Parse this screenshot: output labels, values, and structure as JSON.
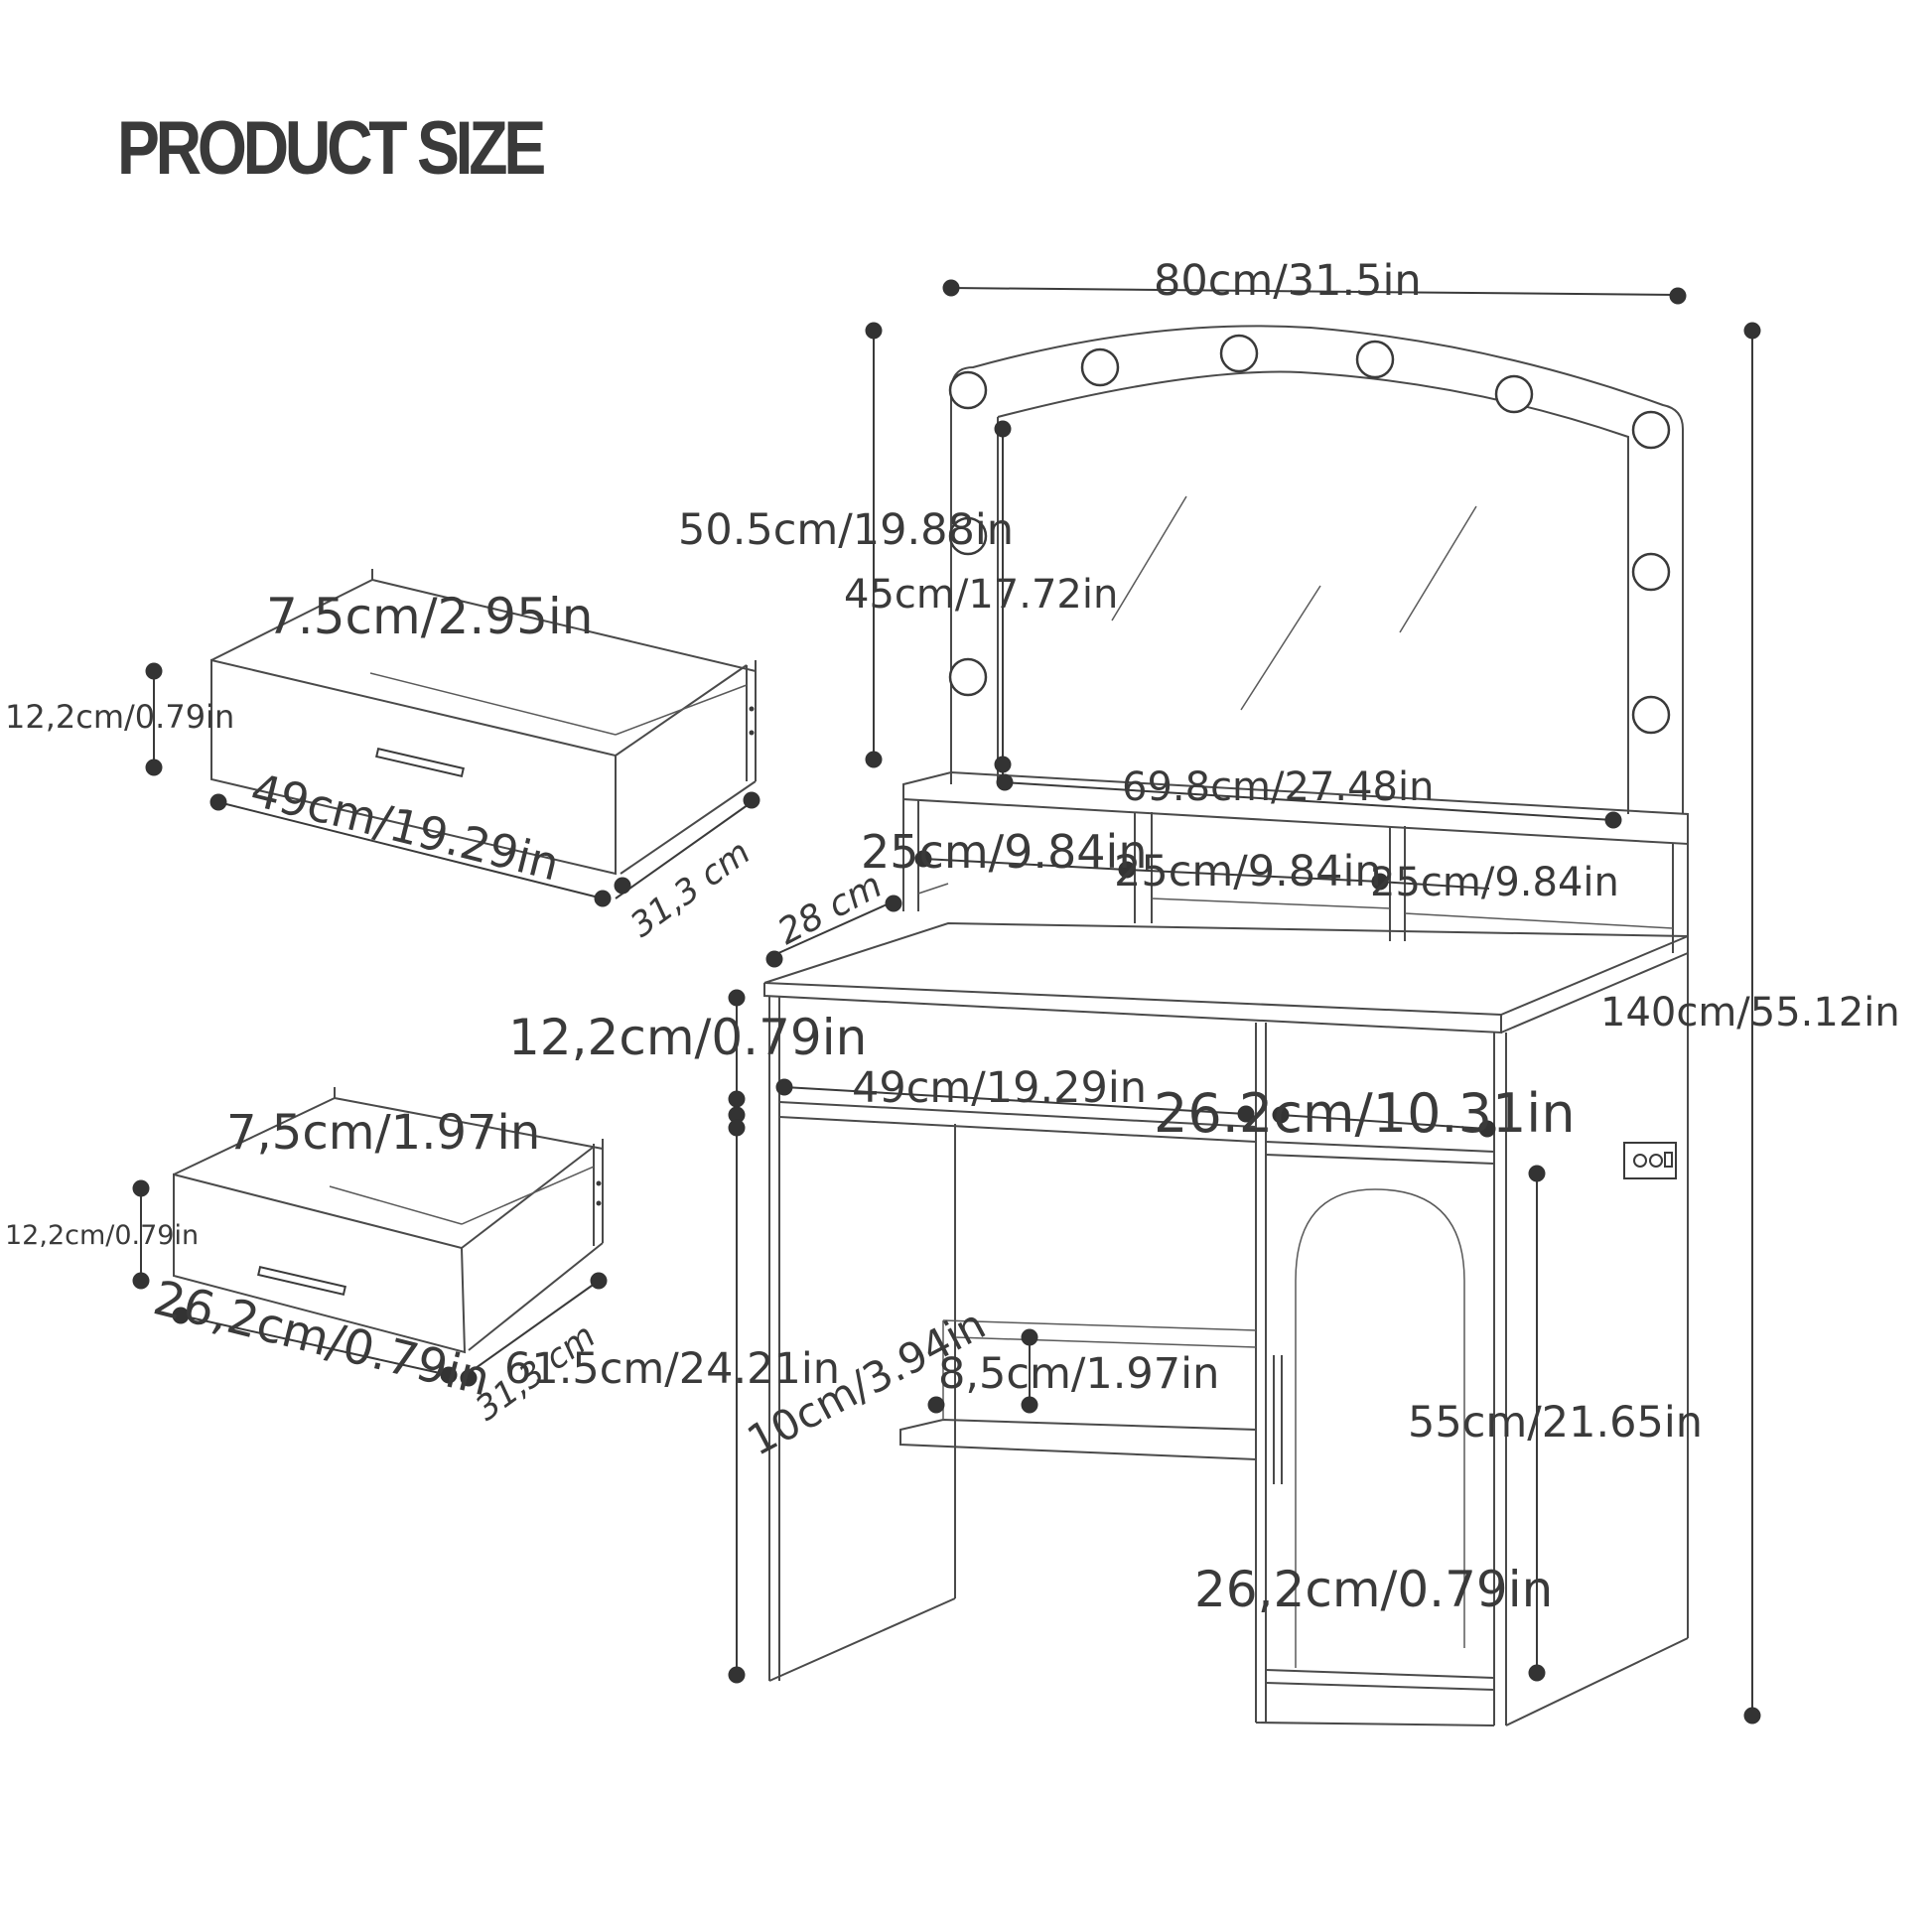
{
  "title": "PRODUCT SIZE",
  "colors": {
    "ink": "#3a3a3a",
    "background": "#ffffff"
  },
  "dimensions": {
    "overall_width": "80cm/31.5in",
    "mirror_outer_height": "50.5cm/19.88in",
    "mirror_inner_height": "45cm/17.72in",
    "mirror_inner_width": "69.8cm/27.48in",
    "overall_height": "140cm/55.12in",
    "shelf_1_width": "25cm/9.84in",
    "shelf_2_width": "25cm/9.84in",
    "shelf_3_width": "25cm/9.84in",
    "shelf_depth": "28 cm",
    "top_drawer_height": "12,2cm/0.79in",
    "top_drawer_width": "49cm/19.29in",
    "cabinet_width": "26.2cm/10.31in",
    "leg_height": "61.5cm/24.21in",
    "shelf_gap": "10cm/3.94in",
    "shelf_board": "8,5cm/1.97in",
    "cabinet_height": "55cm/21.65in",
    "cabinet_bottom": "26,2cm/0.79in"
  },
  "drawer_upper": {
    "height": "7.5cm/2.95in",
    "side": "12,2cm/0.79in",
    "width": "49cm/19.29in",
    "depth": "31,3 cm"
  },
  "drawer_lower": {
    "height": "7,5cm/1.97in",
    "side": "12,2cm/0.79in",
    "width": "26,2cm/0.79in",
    "depth": "31,3 cm"
  },
  "icons": [
    "power-outlet-icon",
    "bulb-icon",
    "drawer-handle-icon",
    "door-handle-icon"
  ]
}
